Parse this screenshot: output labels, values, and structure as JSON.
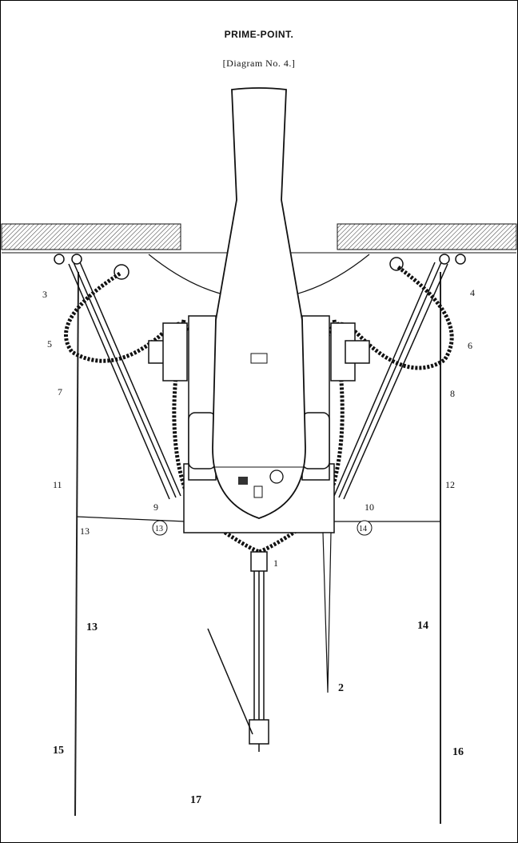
{
  "title": "PRIME-POINT.",
  "subtitle": "[Diagram No. 4.]",
  "labels": {
    "l1": "1",
    "l2": "2",
    "l3": "3",
    "l4": "4",
    "l5": "5",
    "l6": "6",
    "l7": "7",
    "l8": "8",
    "l9": "9",
    "l10": "10",
    "l11": "11",
    "l12": "12",
    "l13a": "13",
    "l13b": "13",
    "l13c": "13",
    "l14a": "14",
    "l14b": "14",
    "l15": "15",
    "l16": "16",
    "l17": "17"
  },
  "colors": {
    "ink": "#111111",
    "paper": "#ffffff"
  }
}
